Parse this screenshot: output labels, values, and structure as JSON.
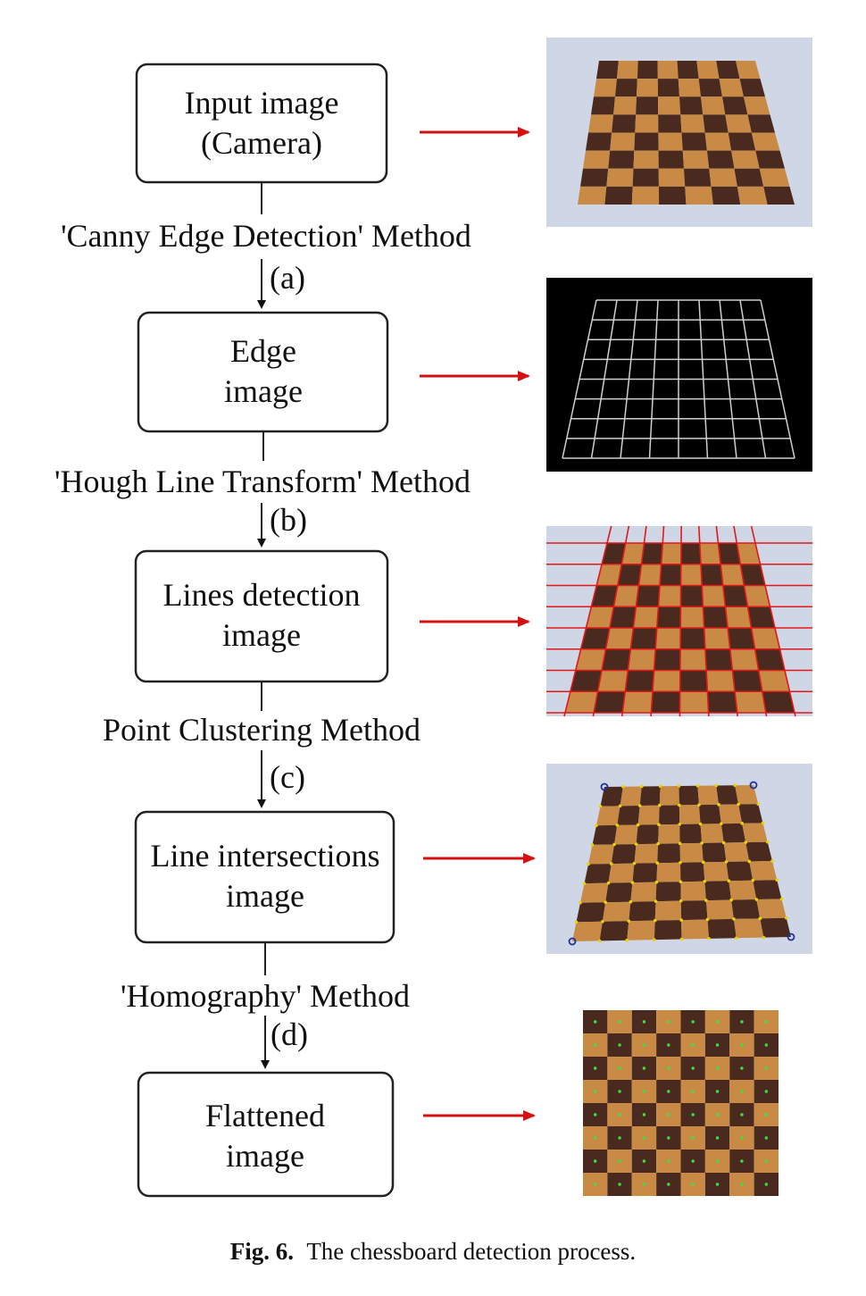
{
  "steps": [
    {
      "lines": [
        "Input image",
        "(Camera)"
      ]
    },
    {
      "lines": [
        "Edge",
        "image"
      ]
    },
    {
      "lines": [
        "Lines detection",
        "image"
      ]
    },
    {
      "lines": [
        "Line intersections",
        "image"
      ]
    },
    {
      "lines": [
        "Flattened",
        "image"
      ]
    }
  ],
  "methods": [
    {
      "label": "'Canny Edge Detection' Method",
      "letter": "(a)"
    },
    {
      "label": "'Hough Line Transform' Method",
      "letter": "(b)"
    },
    {
      "label": "Point Clustering Method",
      "letter": "(c)"
    },
    {
      "label": "'Homography' Method",
      "letter": "(d)"
    }
  ],
  "caption": {
    "label": "Fig. 6.",
    "text": "The chessboard detection process."
  },
  "colors": {
    "arrow_red": "#d41010",
    "board_light": "#c98a45",
    "board_dark": "#4a2a1e",
    "background_bluish": "#cfd6e6",
    "edge_background": "#000000",
    "edge_lines": "#cfcfcf",
    "hough_lines": "#e01818",
    "corner_points": "#e8d400",
    "corner_markers": "#2030a0",
    "center_points": "#40e040"
  }
}
